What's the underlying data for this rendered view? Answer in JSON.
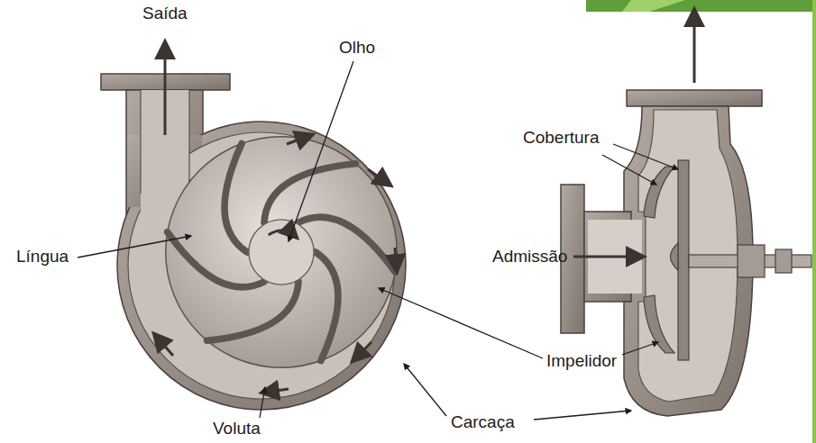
{
  "diagram": {
    "labels": [
      "Saída",
      "Olho",
      "Língua",
      "Voluta",
      "Carcaça",
      "Cobertura",
      "Admissão",
      "Impelidor"
    ]
  }
}
